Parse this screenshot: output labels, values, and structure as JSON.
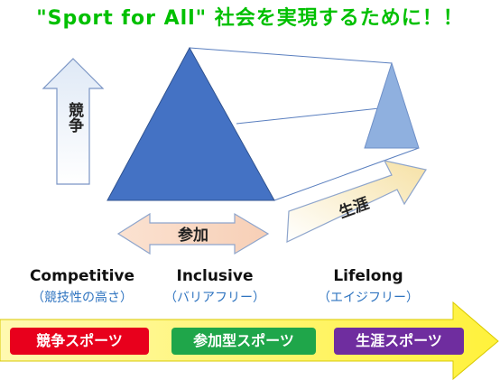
{
  "title": "\"Sport for All\" 社会を実現するために！！",
  "arrows": {
    "competitive": "競争",
    "inclusive": "参加",
    "lifelong": "生涯"
  },
  "columns": [
    {
      "label": "Competitive",
      "sub": "（競技性の高さ）"
    },
    {
      "label": "Inclusive",
      "sub": "（バリアフリー）"
    },
    {
      "label": "Lifelong",
      "sub": "（エイジフリー）"
    }
  ],
  "pills": [
    {
      "label": "競争スポーツ",
      "color": "#e8001c"
    },
    {
      "label": "参加型スポーツ",
      "color": "#1fa64a"
    },
    {
      "label": "生涯スポーツ",
      "color": "#6f2d9f"
    }
  ],
  "colors": {
    "triangle_main": "#4472c4",
    "triangle_small": "#8fb0df",
    "bottom_arrow": "#fff23b"
  }
}
